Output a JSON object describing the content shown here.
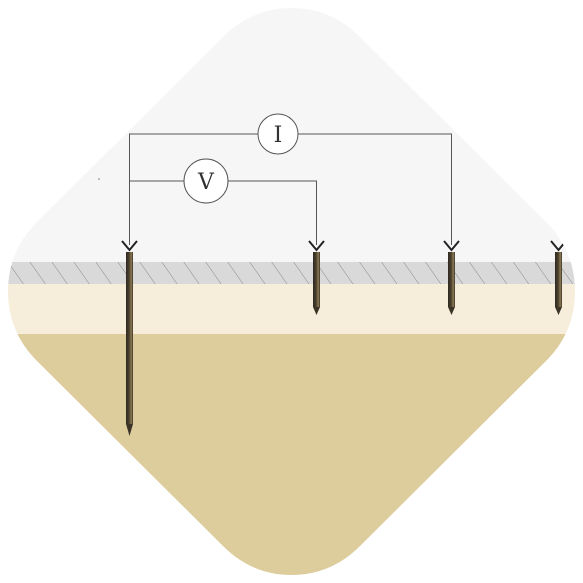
{
  "diagram": {
    "meters": [
      {
        "id": "current",
        "label": "I"
      },
      {
        "id": "voltage",
        "label": "V"
      }
    ],
    "colors": {
      "sky": "#f6f6f6",
      "surface_hatch_bg": "#d9d9d9",
      "surface_hatch_line": "#8a8a8a",
      "topsoil": "#f6eedb",
      "subsoil": "#ddcc9c",
      "wire": "#555555",
      "electrode_dark": "#2e2a22",
      "electrode_light": "#8c7a55"
    }
  }
}
